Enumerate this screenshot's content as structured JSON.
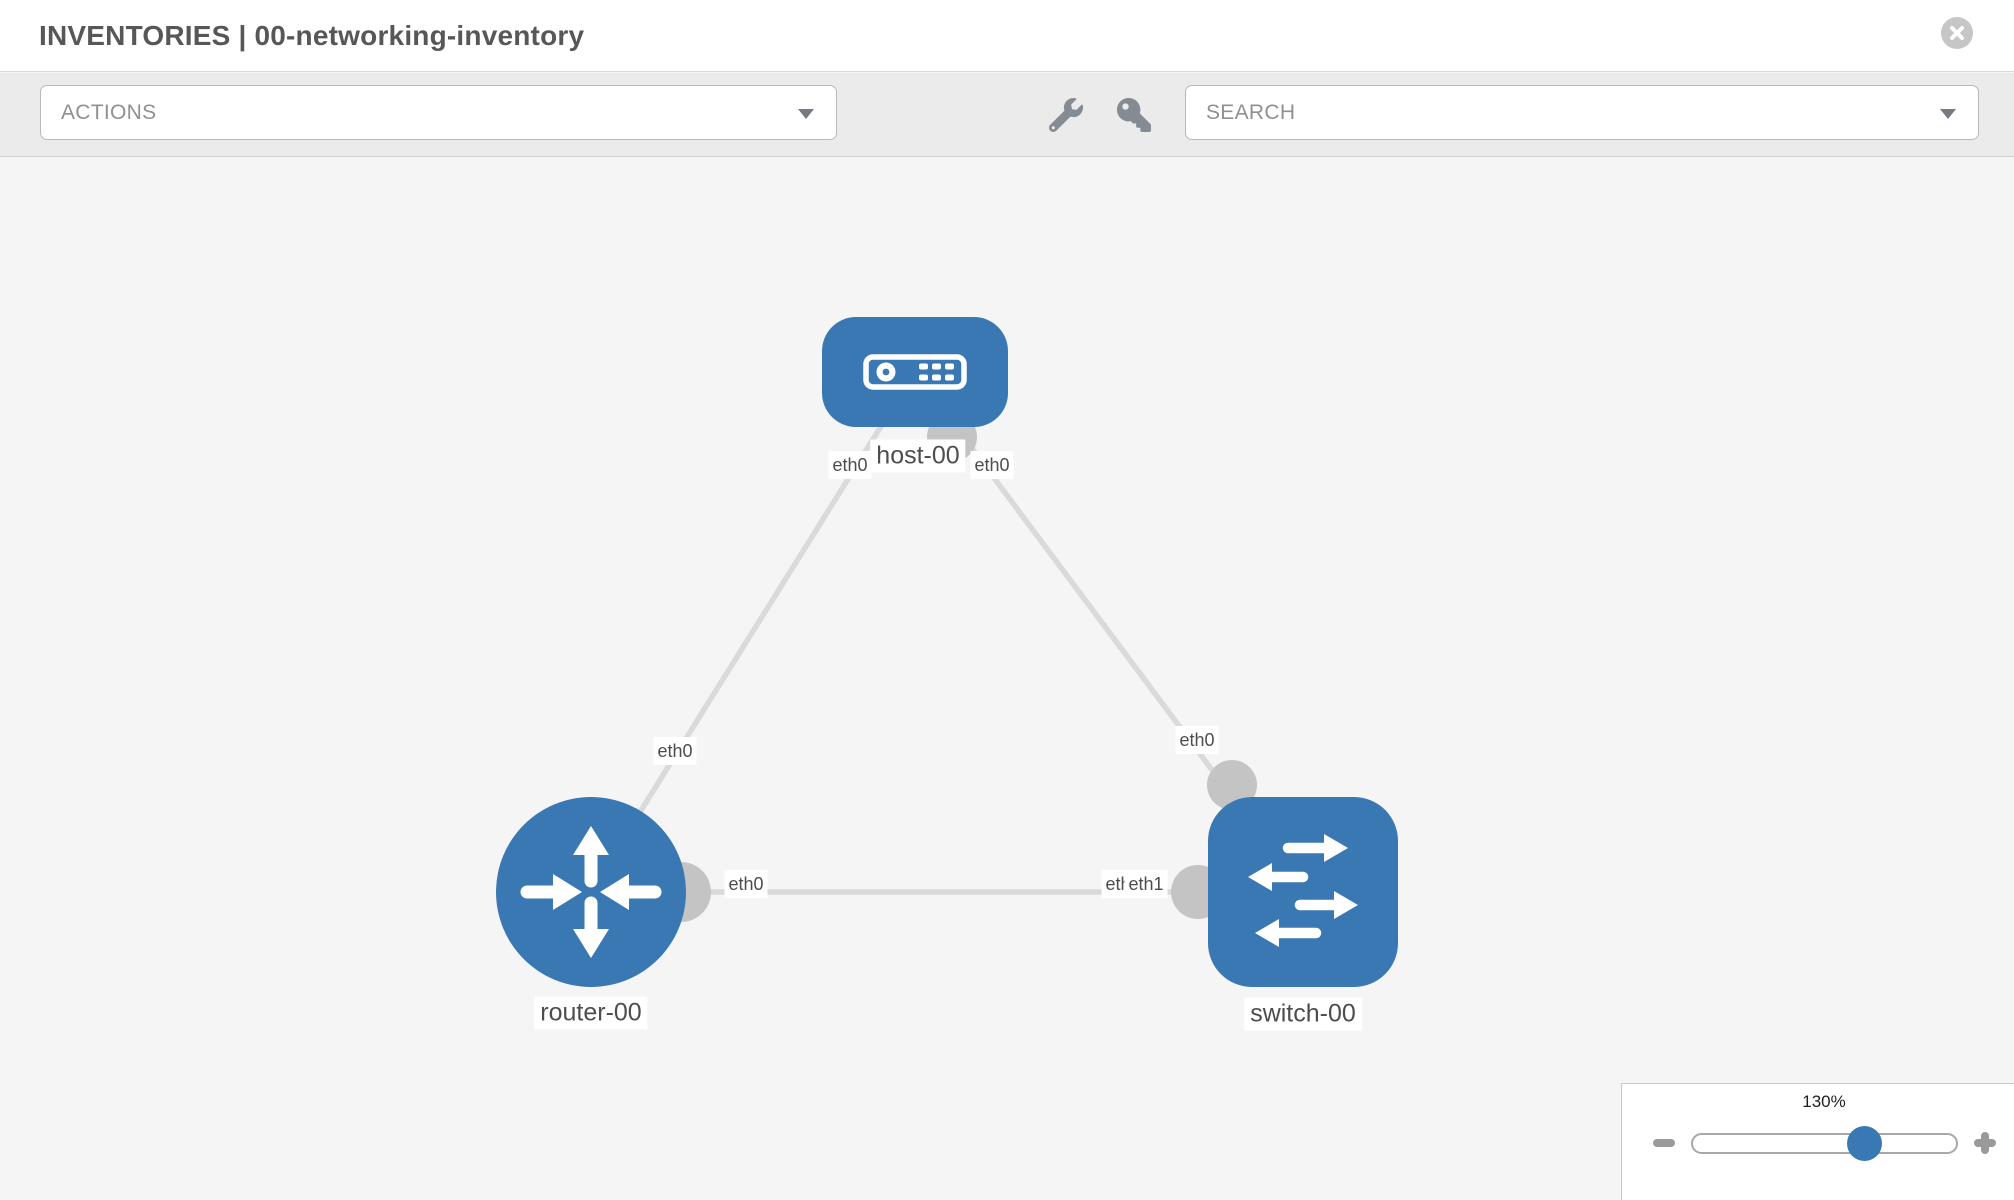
{
  "header": {
    "title": "INVENTORIES | 00-networking-inventory"
  },
  "toolbar": {
    "actions": {
      "label": "ACTIONS"
    },
    "search": {
      "label": "SEARCH"
    }
  },
  "icons": {
    "close": "x-circle",
    "actions_caret": "chevron-down",
    "search_caret": "chevron-down",
    "tool_left": "wrench",
    "tool_right": "key",
    "zoom_out": "minus",
    "zoom_in": "plus"
  },
  "topology": {
    "nodes": [
      {
        "id": "host-00",
        "label": "host-00",
        "type": "host"
      },
      {
        "id": "router-00",
        "label": "router-00",
        "type": "router"
      },
      {
        "id": "switch-00",
        "label": "switch-00",
        "type": "switch"
      }
    ],
    "links": [
      {
        "from": "host-00",
        "to": "router-00",
        "from_label": "eth0",
        "to_label": "eth0"
      },
      {
        "from": "host-00",
        "to": "switch-00",
        "from_label": "eth0",
        "to_label": "eth0"
      },
      {
        "from": "router-00",
        "to": "switch-00",
        "from_label": "eth0",
        "to_label": "eth1",
        "overlapped_label": "eth0"
      }
    ]
  },
  "zoom_control": {
    "level": "130%",
    "percent": 65
  },
  "colors": {
    "node_blue": "#3a78b3",
    "link_gray": "#dadada",
    "port_gray": "#c4c4c4",
    "toolbar_bg": "#ebebeb",
    "canvas_bg": "#f5f5f6"
  }
}
